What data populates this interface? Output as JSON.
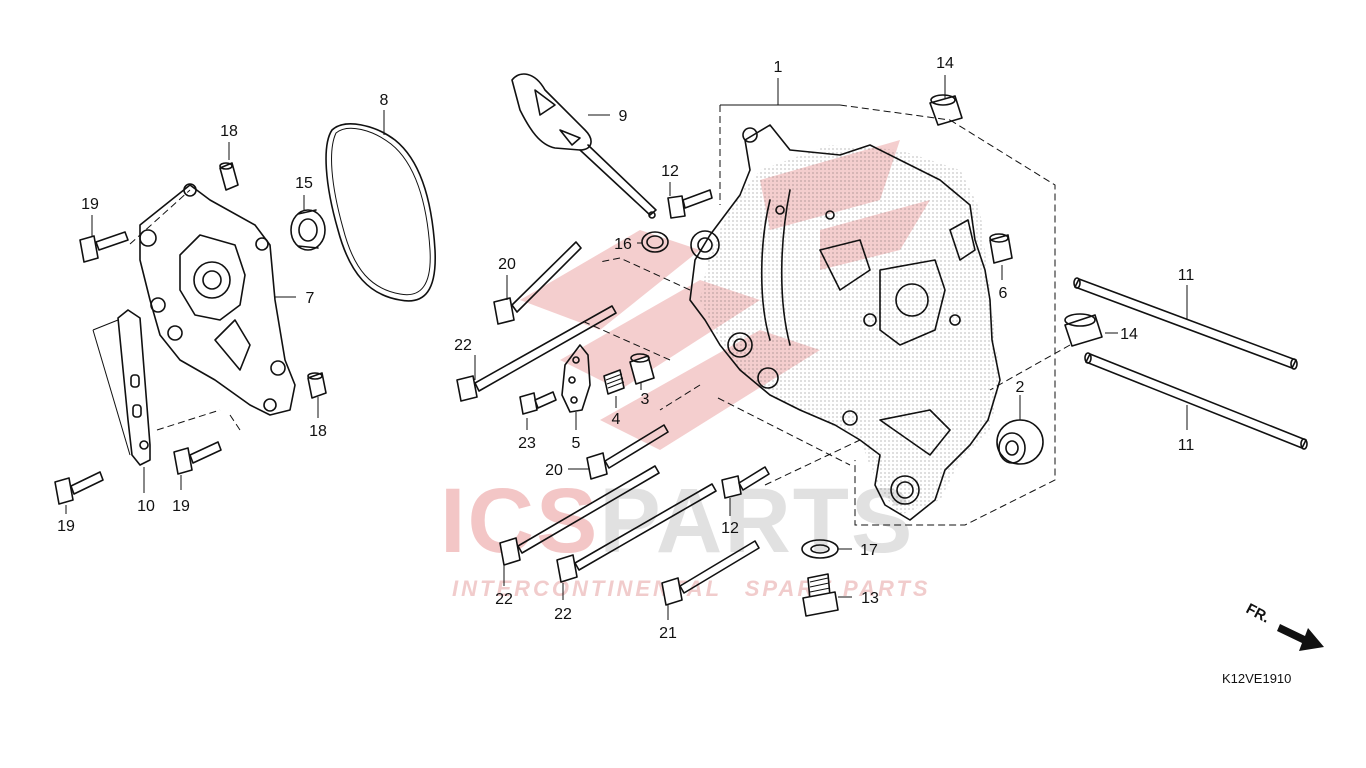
{
  "diagram": {
    "code": "K12VE1910",
    "direction_label": "FR.",
    "watermark": {
      "brand_a": "ICS",
      "brand_b": "PARTS",
      "tagline_a": "INTERCONTINENTAL",
      "tagline_b": "SPARE PARTS"
    },
    "callouts": [
      {
        "id": "c1",
        "text": "1"
      },
      {
        "id": "c2",
        "text": "2"
      },
      {
        "id": "c3",
        "text": "3"
      },
      {
        "id": "c4",
        "text": "4"
      },
      {
        "id": "c5",
        "text": "5"
      },
      {
        "id": "c6",
        "text": "6"
      },
      {
        "id": "c7",
        "text": "7"
      },
      {
        "id": "c8",
        "text": "8"
      },
      {
        "id": "c9",
        "text": "9"
      },
      {
        "id": "c10",
        "text": "10"
      },
      {
        "id": "c11a",
        "text": "11"
      },
      {
        "id": "c11b",
        "text": "11"
      },
      {
        "id": "c12a",
        "text": "12"
      },
      {
        "id": "c12b",
        "text": "12"
      },
      {
        "id": "c13",
        "text": "13"
      },
      {
        "id": "c14a",
        "text": "14"
      },
      {
        "id": "c14b",
        "text": "14"
      },
      {
        "id": "c15",
        "text": "15"
      },
      {
        "id": "c16",
        "text": "16"
      },
      {
        "id": "c17",
        "text": "17"
      },
      {
        "id": "c18a",
        "text": "18"
      },
      {
        "id": "c18b",
        "text": "18"
      },
      {
        "id": "c19a",
        "text": "19"
      },
      {
        "id": "c19b",
        "text": "19"
      },
      {
        "id": "c19c",
        "text": "19"
      },
      {
        "id": "c20a",
        "text": "20"
      },
      {
        "id": "c20b",
        "text": "20"
      },
      {
        "id": "c21",
        "text": "21"
      },
      {
        "id": "c22a",
        "text": "22"
      },
      {
        "id": "c22b",
        "text": "22"
      },
      {
        "id": "c22c",
        "text": "22"
      },
      {
        "id": "c23",
        "text": "23"
      }
    ]
  }
}
